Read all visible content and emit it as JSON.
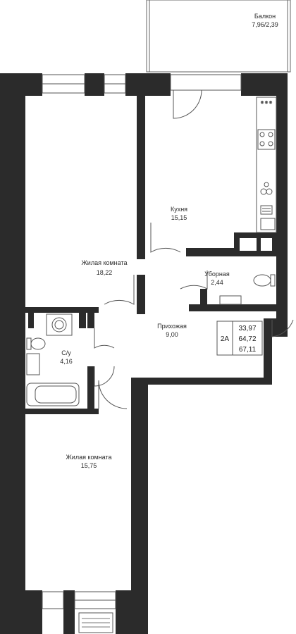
{
  "rooms": {
    "balcony": {
      "name": "Балкон",
      "area": "7,96/2,39"
    },
    "kitchen": {
      "name": "Кухня",
      "area": "15,15"
    },
    "living1": {
      "name": "Жилая комната",
      "area": "18,22"
    },
    "toilet": {
      "name": "Уборная",
      "area": "2,44"
    },
    "hallway": {
      "name": "Прихожая",
      "area": "9,00"
    },
    "bathroom": {
      "name": "С/у",
      "area": "4,16"
    },
    "living2": {
      "name": "Жилая комната",
      "area": "15,75"
    }
  },
  "info": {
    "type": "2А",
    "living_area": "33,97",
    "total_area": "64,72",
    "total_area_with_balcony": "67,11"
  },
  "colors": {
    "wall": "#2b2b2b",
    "line": "#555555"
  }
}
